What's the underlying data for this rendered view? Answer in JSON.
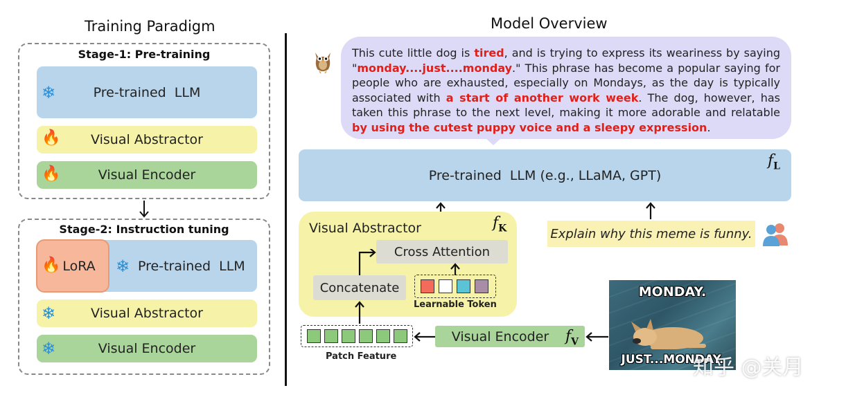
{
  "training": {
    "title": "Training Paradigm",
    "stage1": {
      "title": "Stage-1: Pre-training",
      "llm": "Pre-trained  LLM",
      "abstractor": "Visual Abstractor",
      "encoder": "Visual Encoder"
    },
    "stage2": {
      "title": "Stage-2: Instruction tuning",
      "lora": "LoRA",
      "llm": "Pre-trained  LLM",
      "abstractor": "Visual Abstractor",
      "encoder": "Visual Encoder"
    }
  },
  "overview": {
    "title": "Model Overview",
    "response": {
      "p1": "This cute little dog is ",
      "r1": "tired",
      "p2": ", and is trying to express its weariness by saying \"",
      "r2": "monday....just....monday",
      "p3": ".\" This phrase has become a popular saying for people who are exhausted, especially on Mondays, as the day is typically associated with ",
      "r3": "a start of another work week",
      "p4": ". The dog, however, has taken this phrase to the next level, making it more adorable and relatable ",
      "r4": "by using the cutest puppy voice and a sleepy expression",
      "p5": "."
    },
    "llm_label": "Pre-trained  LLM (e.g., LLaMA, GPT)",
    "llm_symbol": "f",
    "llm_sub": "L",
    "abstractor_title": "Visual Abstractor",
    "abstractor_symbol": "f",
    "abstractor_sub": "K",
    "cross_attention": "Cross Attention",
    "concatenate": "Concatenate",
    "learnable_token": "Learnable Token",
    "patch_feature": "Patch Feature",
    "encoder_label": "Visual Encoder",
    "encoder_symbol": "f",
    "encoder_sub": "V",
    "instruction": "Explain why this meme is funny.",
    "meme_top": "MONDAY.",
    "meme_bottom": "JUST...MONDAY.",
    "watermark": "知乎 @关月"
  },
  "colors": {
    "llm_blue": "#b8d5ec",
    "abstractor_yellow": "#f6f3a9",
    "encoder_green": "#a9d49a",
    "lora_orange": "#f7b79b",
    "speech_purple": "#dcdaf6",
    "highlight_red": "#e0201b",
    "token_colors": [
      "#f26b5b",
      "#ffffff",
      "#5bc3d6",
      "#a98ca6"
    ]
  }
}
